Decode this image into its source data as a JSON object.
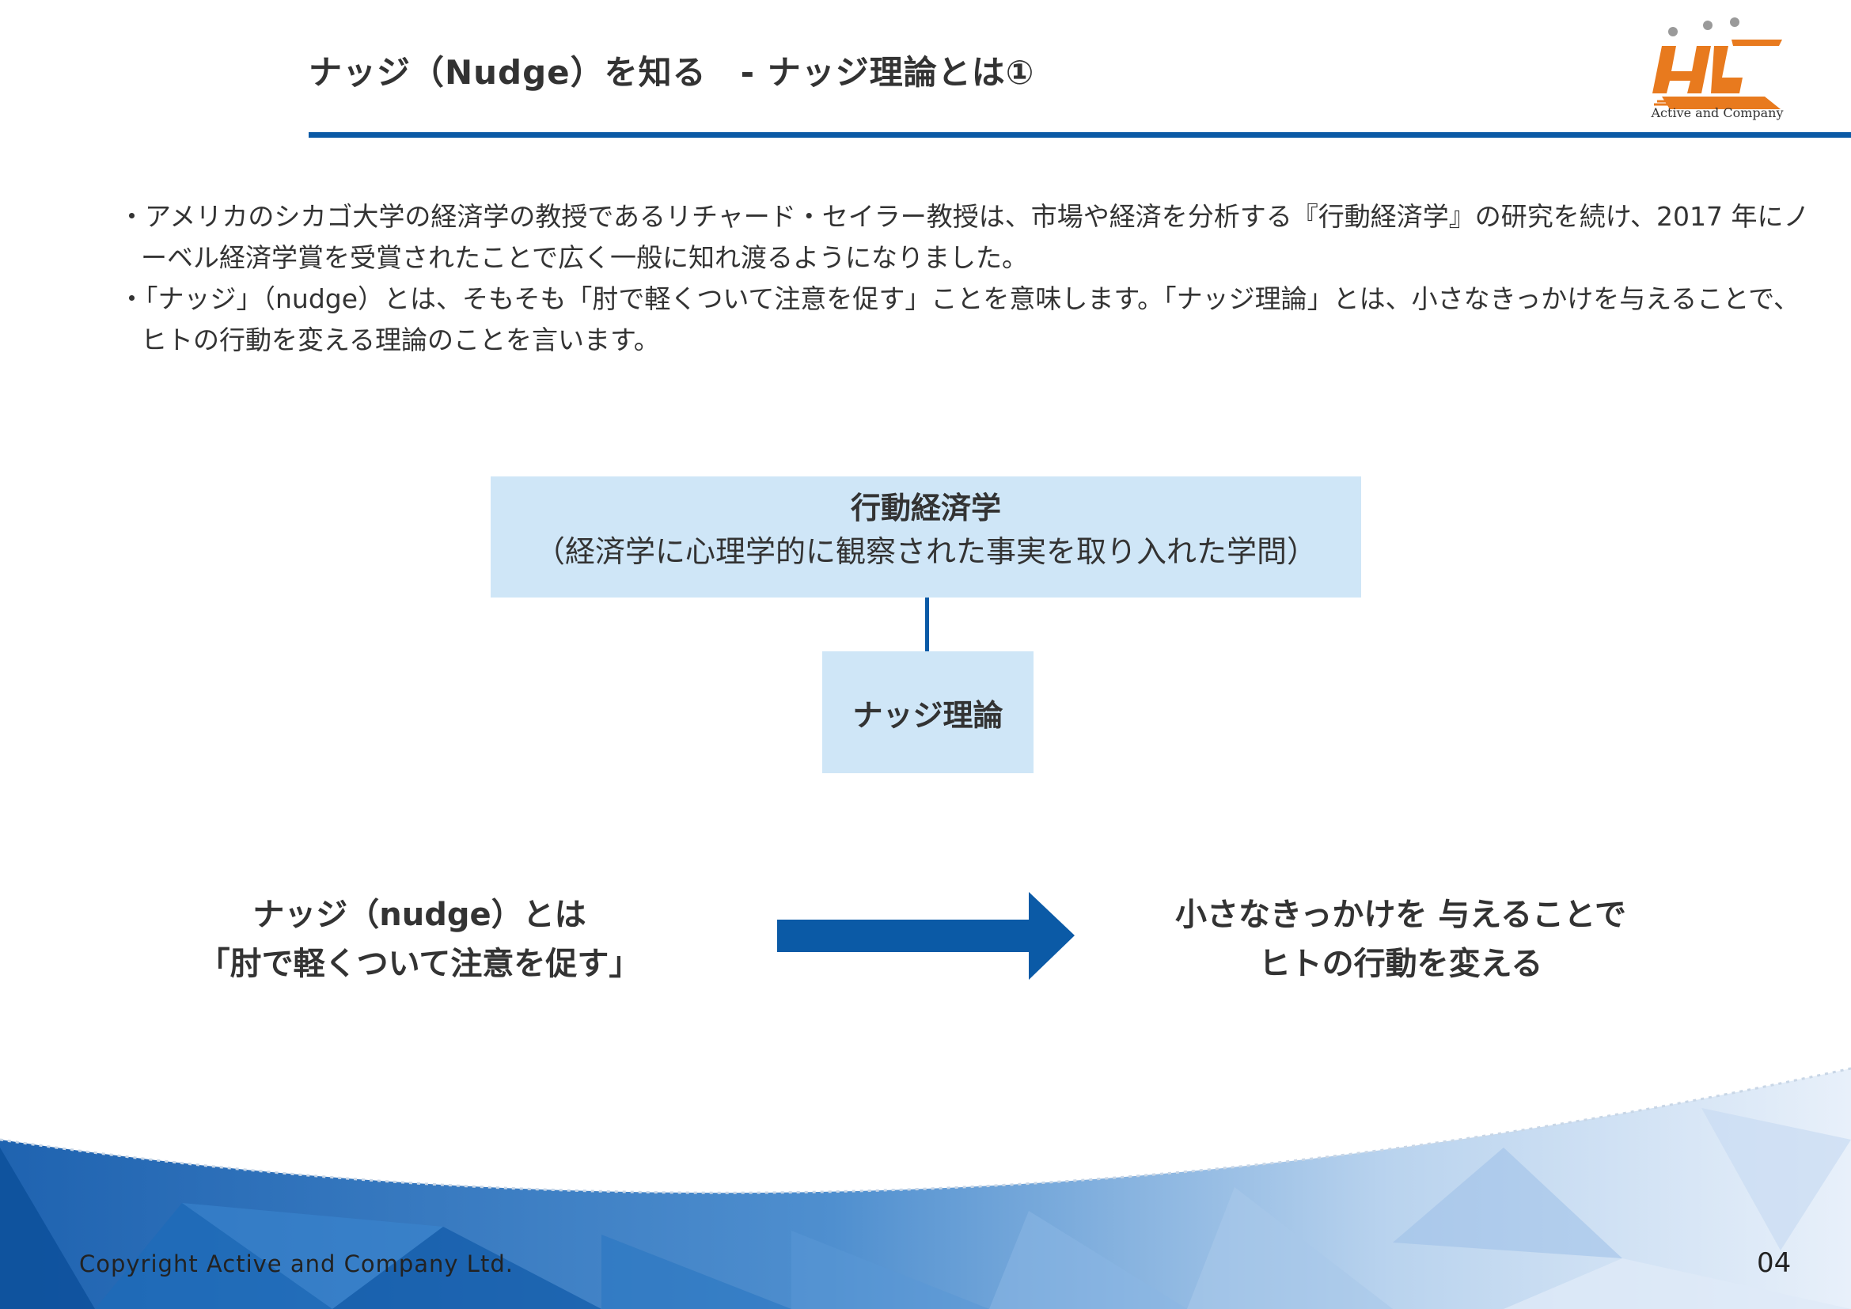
{
  "header": {
    "title": "ナッジ（Nudge）を知る　- ナッジ理論とは①",
    "logo_text": "Active and Company",
    "accent_color": "#0b5aa6",
    "logo_color": "#e87a1e"
  },
  "bullets": [
    "・アメリカのシカゴ大学の経済学の教授であるリチャード・セイラー教授は、市場や経済を分析する『行動経済学』の研究を続け、2017 年にノーベル経済学賞を受賞されたことで広く一般に知れ渡るようになりました。",
    "・「ナッジ」（nudge）とは、そもそも「肘で軽くついて注意を促す」ことを意味します。「ナッジ理論」とは、小さなきっかけを与えることで、ヒトの行動を変える理論のことを言います。"
  ],
  "diagram": {
    "top_box_title": "行動経済学",
    "top_box_subtitle": "（経済学に心理学的に観察された事実を取り入れた学問）",
    "middle_box": "ナッジ理論",
    "box_color": "#cfe6f7"
  },
  "flow": {
    "left_line1": "ナッジ（nudge）とは",
    "left_line2": "「肘で軽くついて注意を促す」",
    "right_line1": "小さなきっかけを 与えることで",
    "right_line2": "ヒトの行動を変える",
    "arrow_color": "#0b5aa6"
  },
  "footer": {
    "copyright": "Copyright Active and Company Ltd.",
    "page_number": "04"
  }
}
